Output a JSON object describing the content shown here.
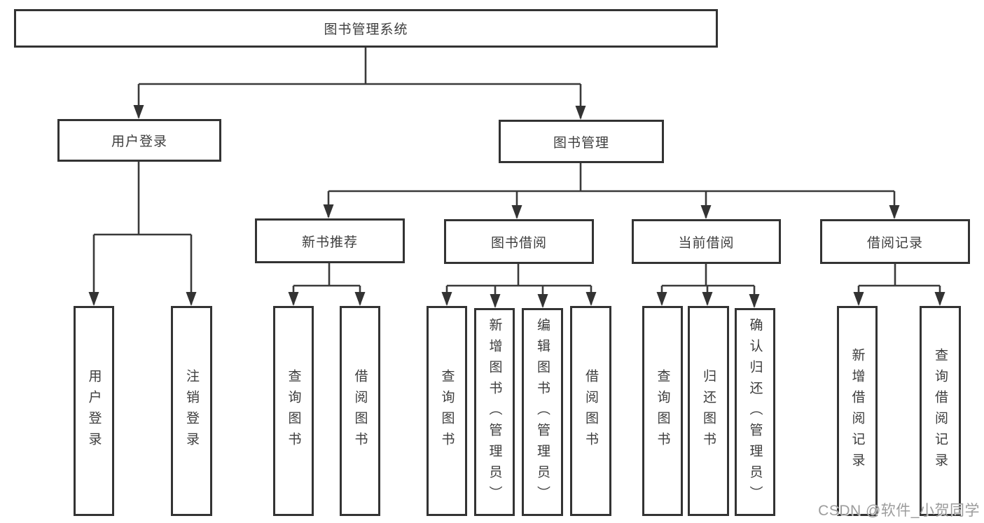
{
  "tree": {
    "label": "图书管理系统",
    "children": [
      {
        "label": "用户登录",
        "children": [
          {
            "label": "用户登录"
          },
          {
            "label": "注销登录"
          }
        ]
      },
      {
        "label": "图书管理",
        "children": [
          {
            "label": "新书推荐",
            "children": [
              {
                "label": "查询图书"
              },
              {
                "label": "借阅图书"
              }
            ]
          },
          {
            "label": "图书借阅",
            "children": [
              {
                "label": "查询图书"
              },
              {
                "label": "新增图书（管理员）"
              },
              {
                "label": "编辑图书（管理员）"
              },
              {
                "label": "借阅图书"
              }
            ]
          },
          {
            "label": "当前借阅",
            "children": [
              {
                "label": "查询图书"
              },
              {
                "label": "归还图书"
              },
              {
                "label": "确认归还（管理员）"
              }
            ]
          },
          {
            "label": "借阅记录",
            "children": [
              {
                "label": "新增借阅记录"
              },
              {
                "label": "查询借阅记录"
              }
            ]
          }
        ]
      }
    ]
  },
  "watermark": "CSDN @软件_小贺同学",
  "colors": {
    "line": "#3a3a3a",
    "border": "#333333",
    "text": "#3d3d3d",
    "background": "#ffffff",
    "watermark": "#9c9c9c"
  }
}
